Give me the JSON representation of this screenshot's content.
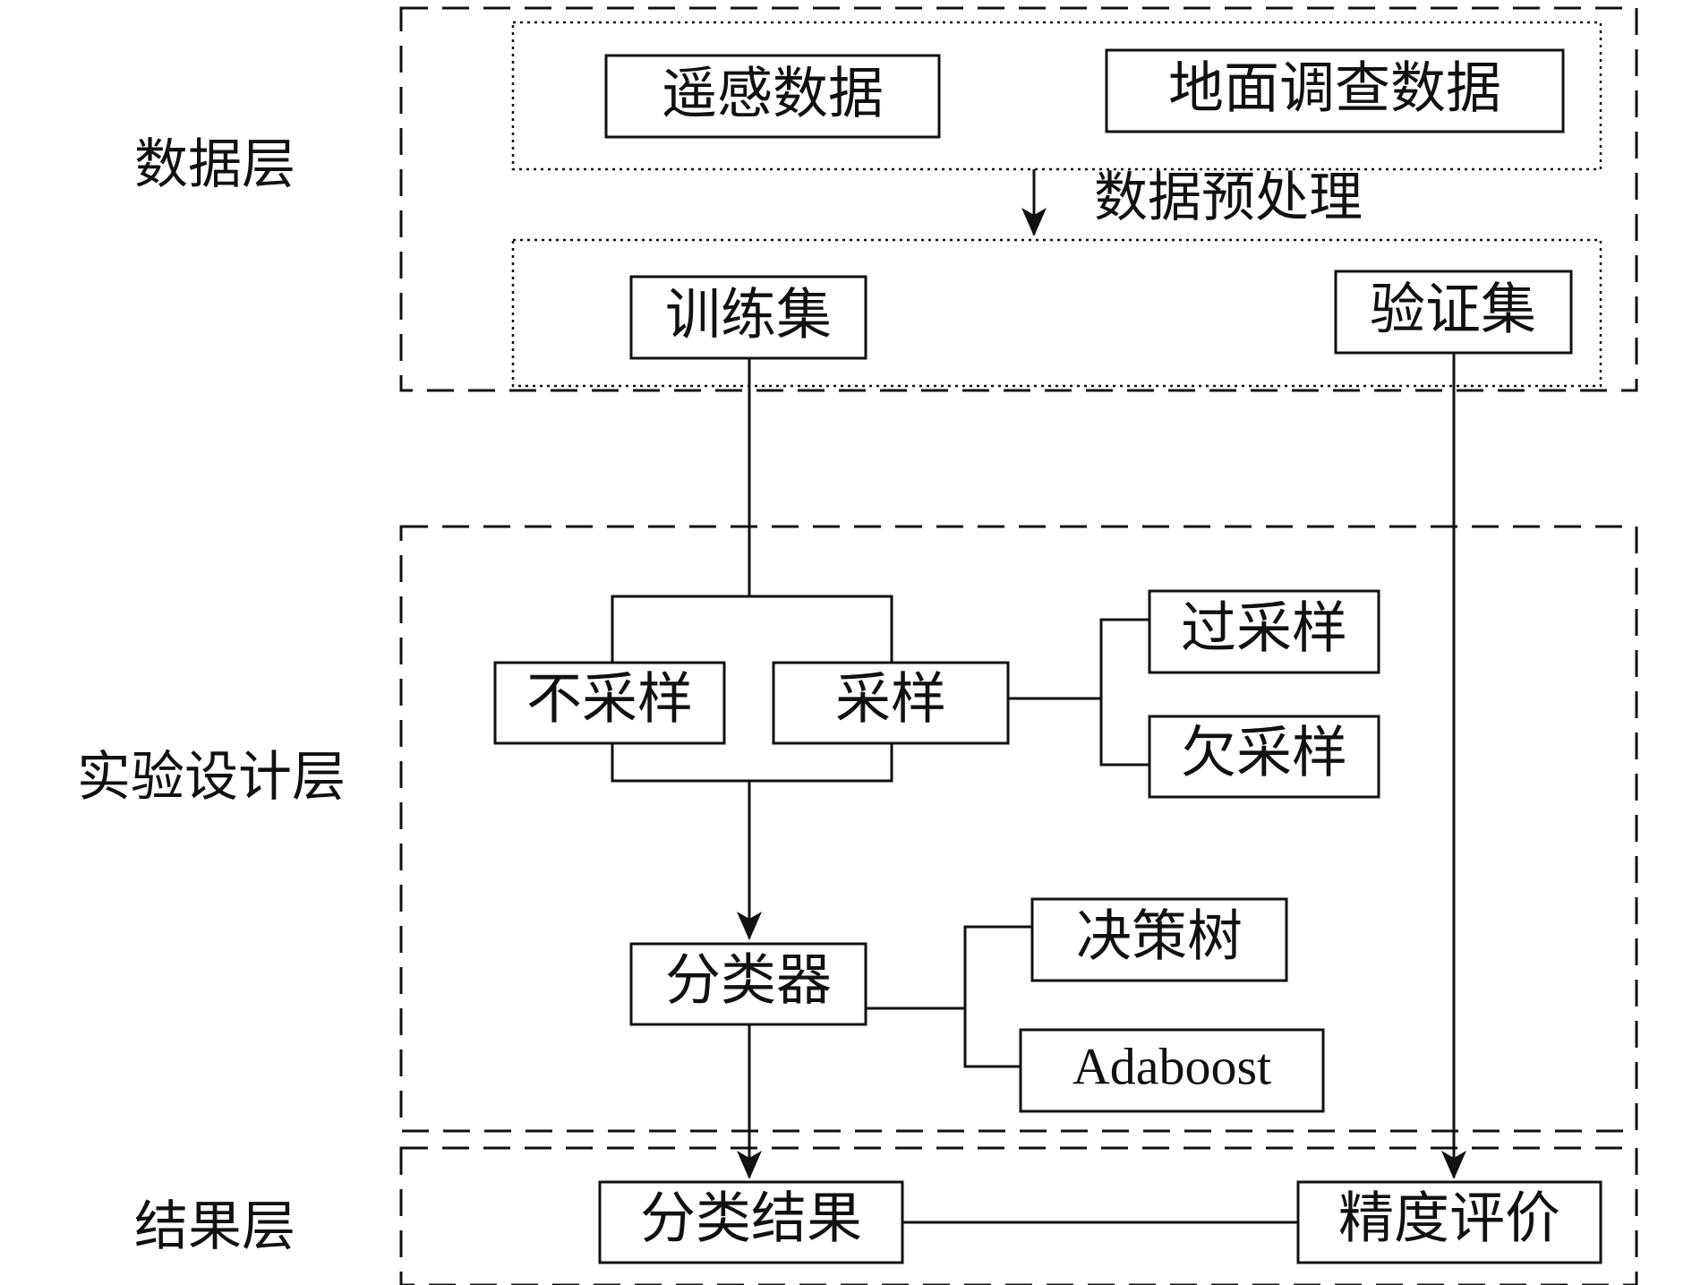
{
  "layers": {
    "data_layer": "数据层",
    "design_layer": "实验设计层",
    "result_layer": "结果层"
  },
  "nodes": {
    "remote_sensing": "遥感数据",
    "ground_survey": "地面调查数据",
    "preprocessing": "数据预处理",
    "training_set": "训练集",
    "validation_set": "验证集",
    "no_sampling": "不采样",
    "sampling": "采样",
    "oversampling": "过采样",
    "undersampling": "欠采样",
    "classifier": "分类器",
    "decision_tree": "决策树",
    "adaboost": "Adaboost",
    "classification_result": "分类结果",
    "accuracy_evaluation": "精度评价"
  },
  "colors": {
    "ink": "#111111",
    "background": "#ffffff"
  }
}
